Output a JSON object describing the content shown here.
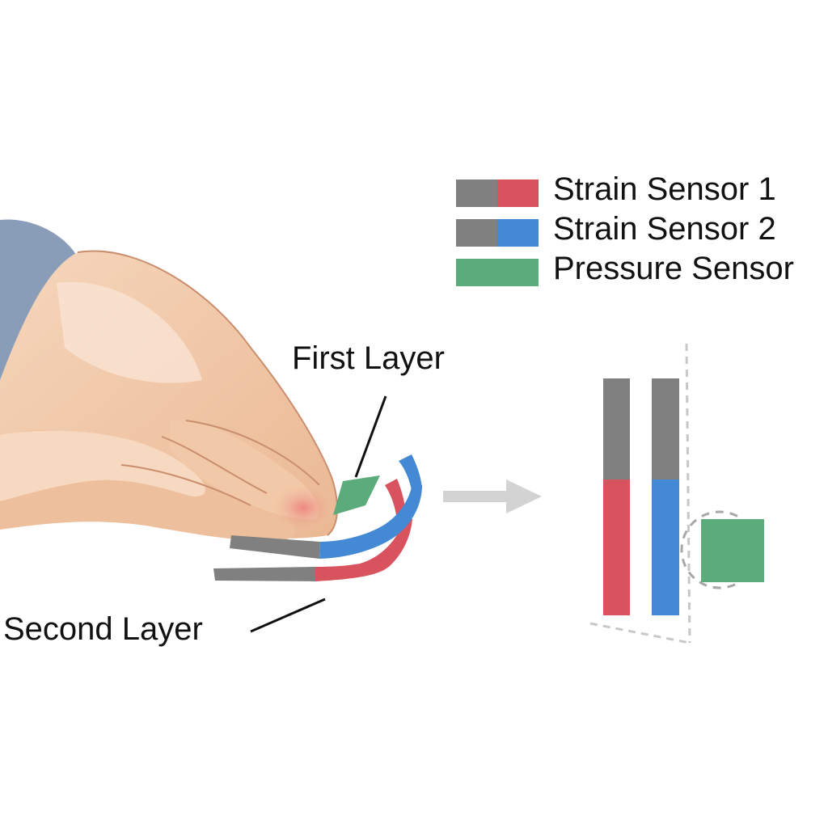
{
  "labels": {
    "first_layer": "First Layer",
    "second_layer": "Second Layer"
  },
  "legend": [
    {
      "label": "Strain Sensor 1",
      "colors": [
        "#808080",
        "#d9535f"
      ]
    },
    {
      "label": "Strain Sensor 2",
      "colors": [
        "#808080",
        "#4489d4"
      ]
    },
    {
      "label": "Pressure Sensor",
      "colors": [
        "#5cab7a",
        "#5cab7a"
      ]
    }
  ],
  "colors": {
    "strain_gray": "#808080",
    "strain1_red": "#d9535f",
    "strain2_blue": "#4489d4",
    "pressure_green": "#5cab7a",
    "arrow_gray": "#d3d3d3",
    "dashed_gray": "#c8c8c8",
    "skin": "#f1c7a4",
    "sleeve": "#8a9db8"
  },
  "icons": {
    "hand": "hand-illustration",
    "arrow": "arrow-right-icon"
  }
}
